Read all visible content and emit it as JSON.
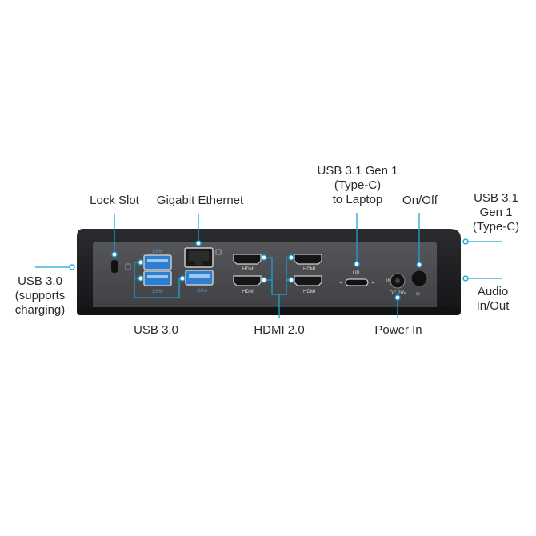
{
  "callouts": {
    "lock_slot": "Lock Slot",
    "gigabit_ethernet": "Gigabit Ethernet",
    "usb31_laptop": [
      "USB 3.1 Gen 1",
      "(Type-C)",
      "to Laptop"
    ],
    "on_off": "On/Off",
    "usb31_side": [
      "USB 3.1",
      "Gen 1",
      "(Type-C)"
    ],
    "usb30_charging": [
      "USB 3.0",
      "(supports",
      "charging)"
    ],
    "audio": [
      "Audio",
      "In/Out"
    ],
    "usb30": "USB 3.0",
    "hdmi20": "HDMI 2.0",
    "power_in": "Power In"
  },
  "port_labels": {
    "hdmi": "HDMI",
    "up": "UP",
    "in": "IN",
    "dc": "DC 20V",
    "ss": "SS",
    "power_symbol": "⏻"
  },
  "colors": {
    "accent": "#1aa3d6",
    "device_body": "#1e1f21",
    "device_panel": "#4a4b4f",
    "usb_blue": "#2f7fd1",
    "text": "#2b2b2b"
  }
}
